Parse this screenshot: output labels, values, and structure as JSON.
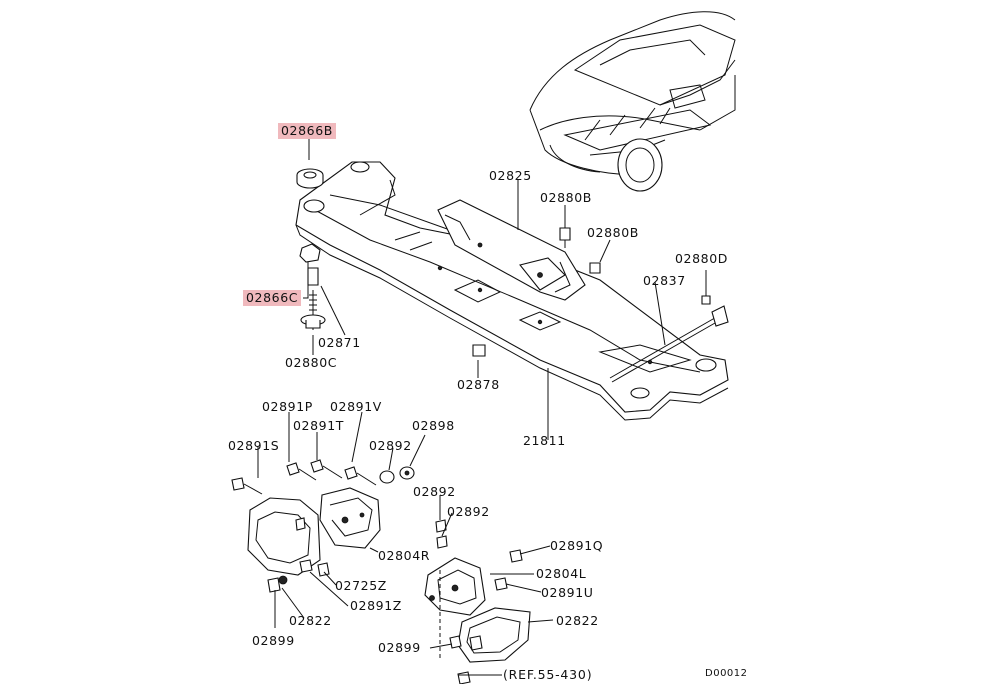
{
  "labels": {
    "p02866B": "02866B",
    "p02866C": "02866C",
    "p02871": "02871",
    "p02880C": "02880C",
    "p02825": "02825",
    "p02880B_1": "02880B",
    "p02880B_2": "02880B",
    "p02880D": "02880D",
    "p02837": "02837",
    "p02878": "02878",
    "p21811": "21811",
    "p02891P": "02891P",
    "p02891V": "02891V",
    "p02891T": "02891T",
    "p02891S": "02891S",
    "p02892_1": "02892",
    "p02898": "02898",
    "p02892_2": "02892",
    "p02892_3": "02892",
    "p02804R": "02804R",
    "p02725Z": "02725Z",
    "p02891Z": "02891Z",
    "p02822_1": "02822",
    "p02899_1": "02899",
    "p02891Q": "02891Q",
    "p02804L": "02804L",
    "p02891U": "02891U",
    "p02822_2": "02822",
    "p02899_2": "02899"
  },
  "reference": "(REF.55-430)",
  "diagram_code": "D00012",
  "colors": {
    "highlight": "#f0b9bd",
    "ink": "#111111",
    "background": "#ffffff"
  }
}
